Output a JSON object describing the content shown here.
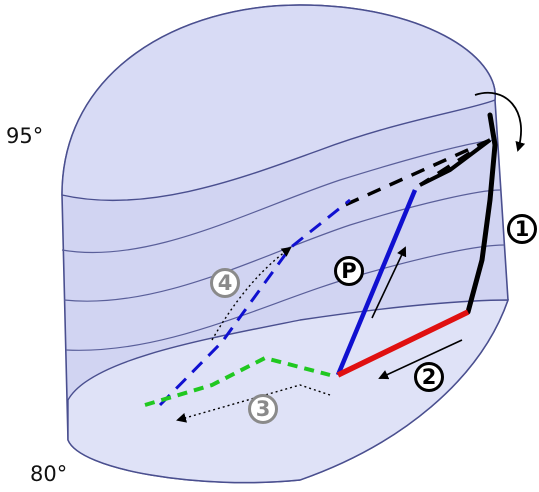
{
  "labels": {
    "angle_top": "95°",
    "angle_bottom": "80°",
    "step_1": "1",
    "step_2": "2",
    "step_3": "3",
    "step_4": "4",
    "point_p": "P"
  },
  "colors": {
    "body_fill": "#c9cdf0",
    "body_edge": "#4a4f8f",
    "inner_ring": "#5a5f9a",
    "path_black": "#000000",
    "path_blue": "#1010d0",
    "path_red": "#e01010",
    "path_green": "#20c820",
    "gray_label": "#8a8a8a"
  }
}
